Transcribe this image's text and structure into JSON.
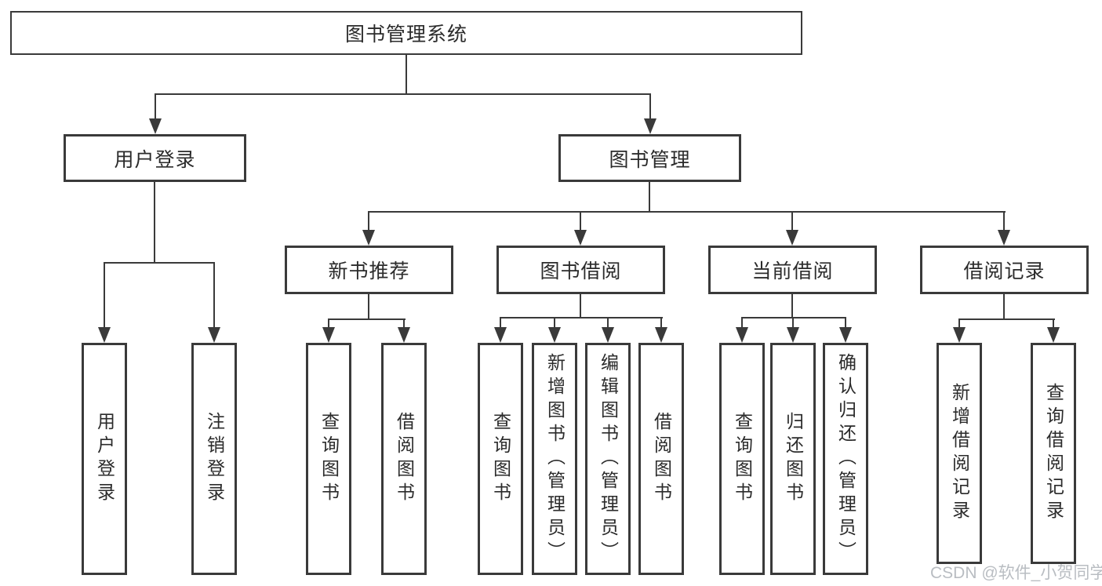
{
  "diagram": {
    "colors": {
      "line": "#3a3a3a",
      "text": "#2b2b2b",
      "watermark": "#b9bdc2",
      "background": "#ffffff"
    },
    "watermark": "CSDN @软件_小贺同学",
    "tree": {
      "root": {
        "label": "图书管理系统"
      },
      "branches": [
        {
          "label": "用户登录",
          "leaves": [
            {
              "label": "用户登录"
            },
            {
              "label": "注销登录"
            }
          ]
        },
        {
          "label": "图书管理",
          "groups": [
            {
              "label": "新书推荐",
              "leaves": [
                {
                  "label": "查询图书"
                },
                {
                  "label": "借阅图书"
                }
              ]
            },
            {
              "label": "图书借阅",
              "leaves": [
                {
                  "label": "查询图书"
                },
                {
                  "label": "新增图书（管理员）"
                },
                {
                  "label": "编辑图书（管理员）"
                },
                {
                  "label": "借阅图书"
                }
              ]
            },
            {
              "label": "当前借阅",
              "leaves": [
                {
                  "label": "查询图书"
                },
                {
                  "label": "归还图书"
                },
                {
                  "label": "确认归还（管理员）"
                }
              ]
            },
            {
              "label": "借阅记录",
              "leaves": [
                {
                  "label": "新增借阅记录"
                },
                {
                  "label": "查询借阅记录"
                }
              ]
            }
          ]
        }
      ]
    }
  }
}
